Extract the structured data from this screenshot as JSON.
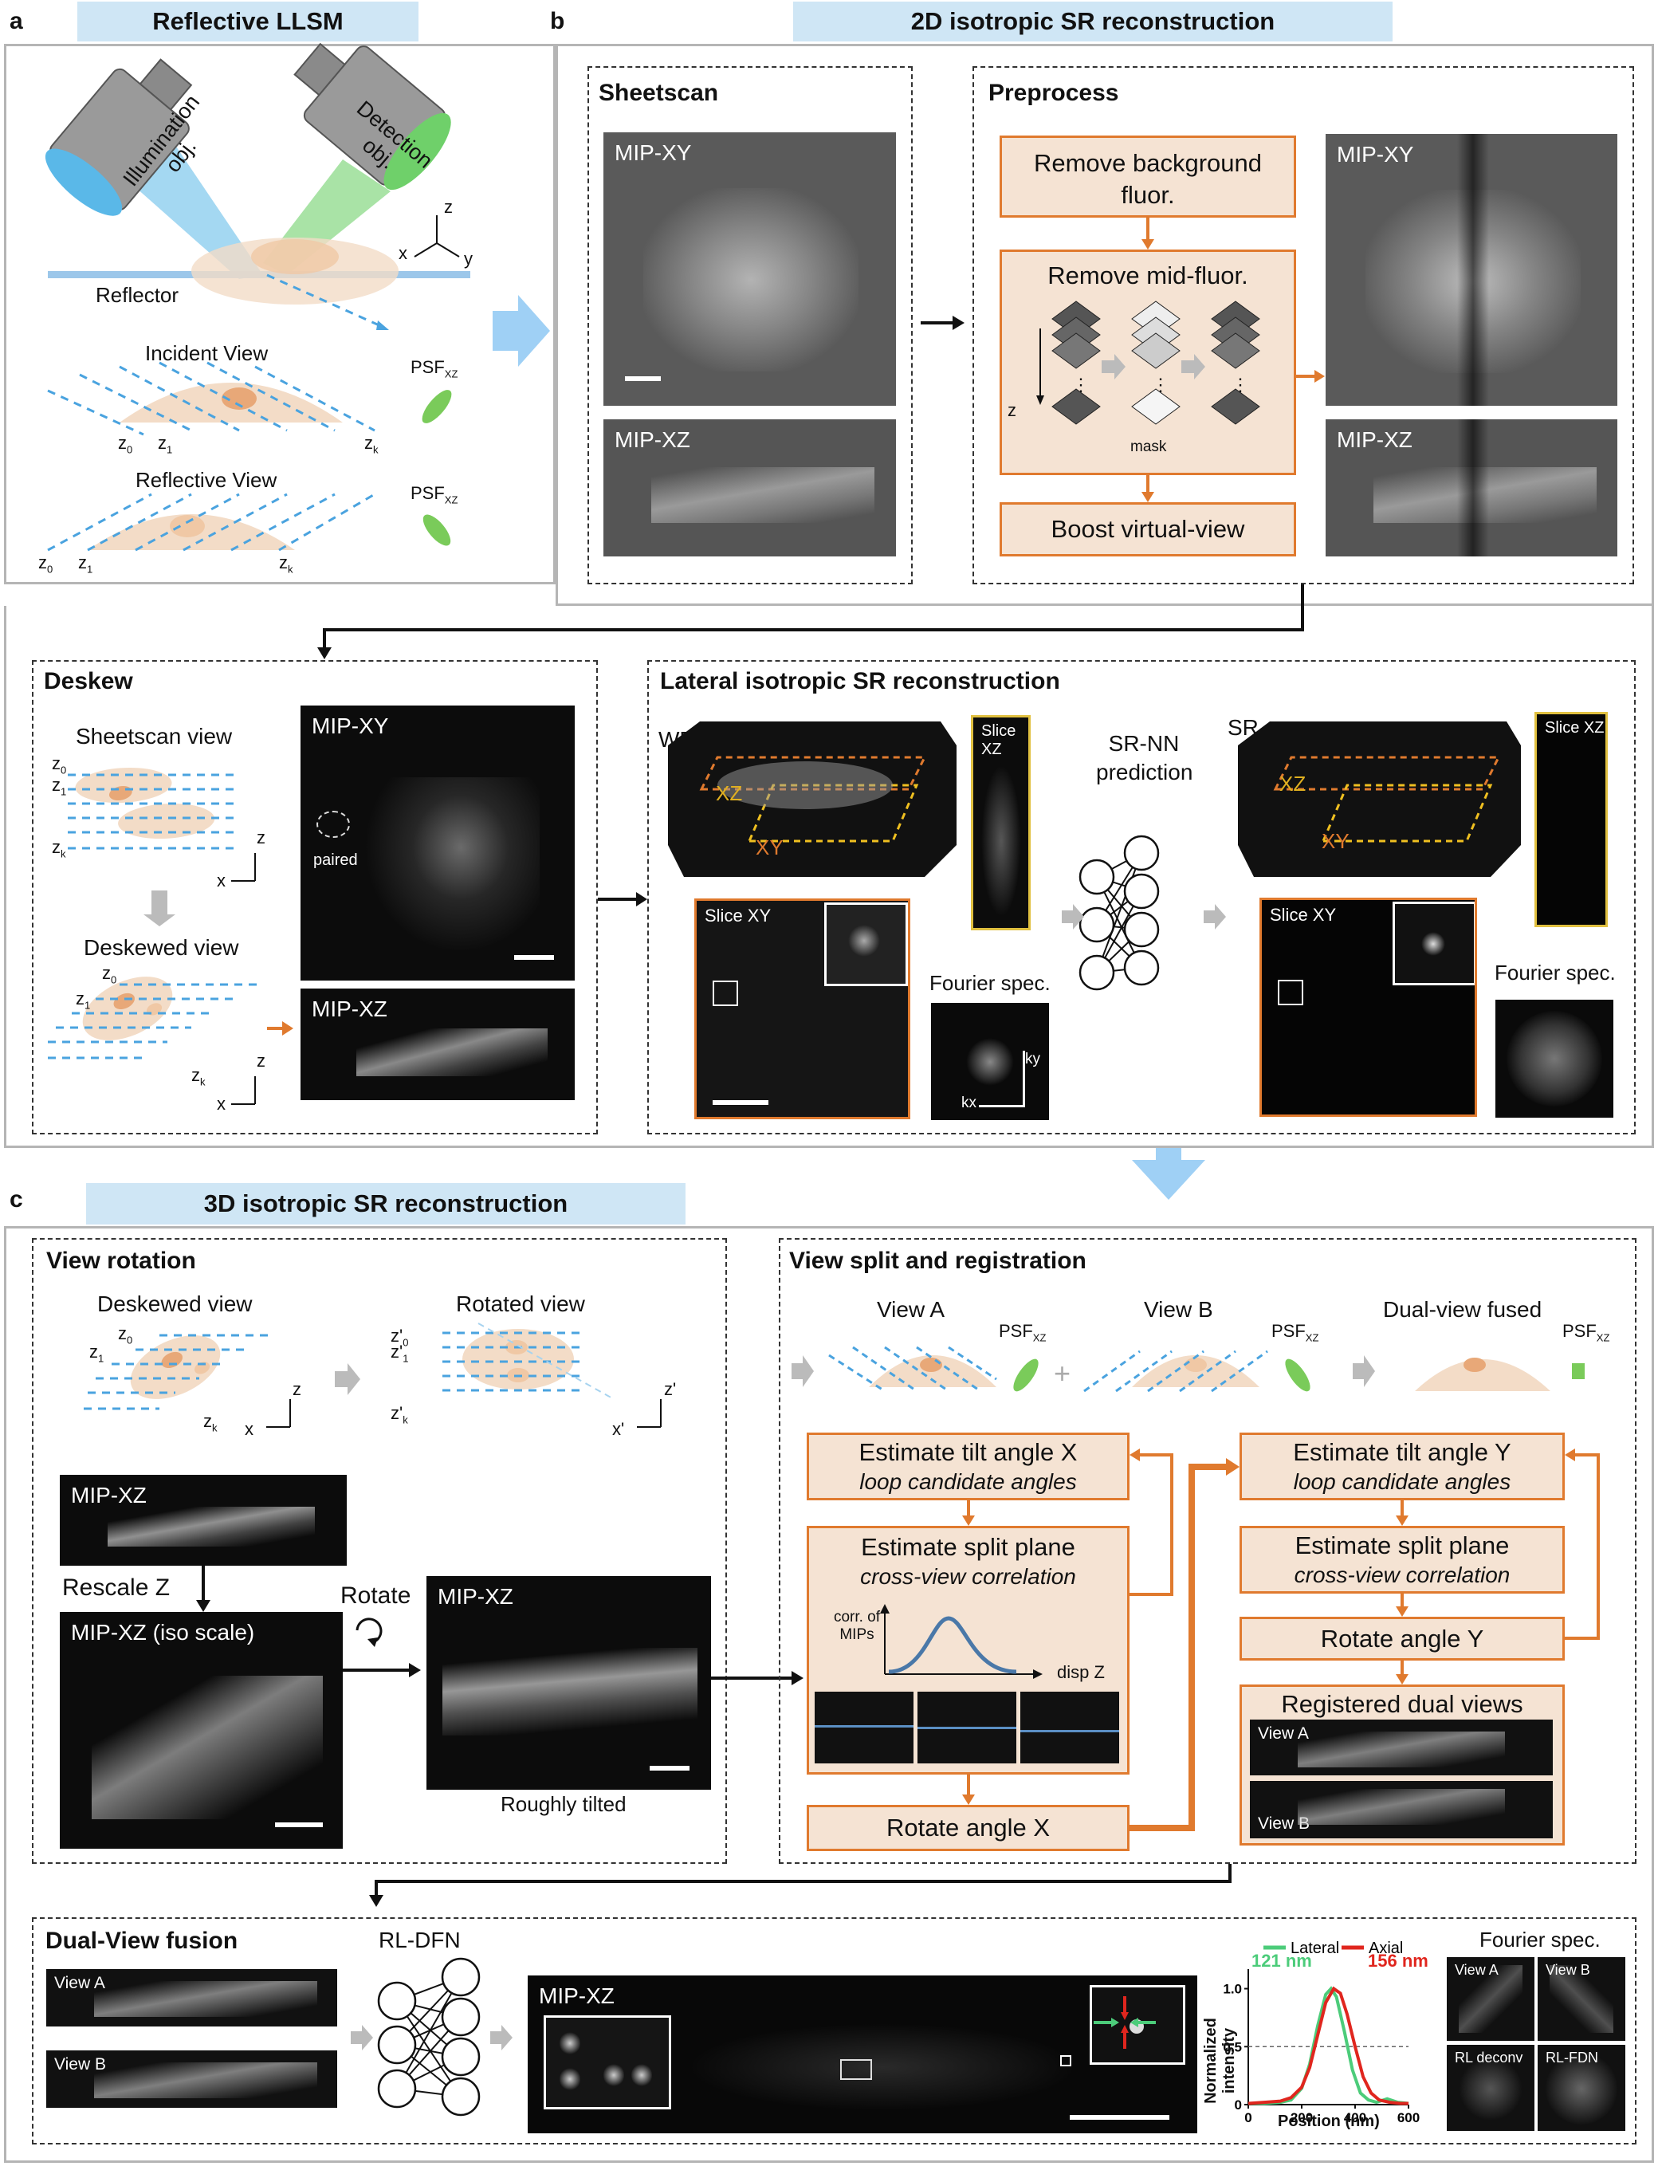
{
  "panel_a": {
    "letter": "a",
    "banner": "Reflective LLSM",
    "illumination_obj": "Illumination obj.",
    "detection_obj": "Detection obj.",
    "reflector": "Reflector",
    "axis_z": "z",
    "axis_x": "x",
    "axis_y": "y",
    "incident_view": "Incident View",
    "reflective_view": "Reflective View",
    "psf": "PSF",
    "psf_sub": "XZ",
    "z0": "z",
    "z0_sub": "0",
    "z1": "z",
    "z1_sub": "1",
    "zk": "z",
    "zk_sub": "k"
  },
  "panel_b": {
    "letter": "b",
    "banner": "2D isotropic SR reconstruction",
    "sheetscan": {
      "title": "Sheetscan",
      "mip_xy": "MIP-XY",
      "mip_xz": "MIP-XZ"
    },
    "preprocess": {
      "title": "Preprocess",
      "step1": "Remove background fluor.",
      "step2": "Remove mid-fluor.",
      "step3": "Boost virtual-view",
      "z_label": "z",
      "mask_label": "mask",
      "dots": "⋮",
      "mip_xy": "MIP-XY",
      "mip_xz": "MIP-XZ"
    },
    "deskew": {
      "title": "Deskew",
      "sheetscan_view": "Sheetscan view",
      "deskewed_view": "Deskewed view",
      "mip_xy": "MIP-XY",
      "mip_xz": "MIP-XZ",
      "paired": "paired",
      "z": "z",
      "x": "x"
    },
    "lateral": {
      "title": "Lateral isotropic SR reconstruction",
      "wf": "WF",
      "sr": "SR",
      "xz": "XZ",
      "xy": "XY",
      "slice_xz": "Slice XZ",
      "slice_xy": "Slice XY",
      "srnn": "SR-NN prediction",
      "fourier": "Fourier spec.",
      "ky": "ky",
      "kx": "kx"
    }
  },
  "panel_c": {
    "letter": "c",
    "banner": "3D isotropic SR reconstruction",
    "view_rotation": {
      "title": "View rotation",
      "deskewed_view": "Deskewed view",
      "rotated_view": "Rotated view",
      "mip_xz": "MIP-XZ",
      "rescale_z": "Rescale Z",
      "mip_xz_iso": "MIP-XZ (iso scale)",
      "rotate": "Rotate",
      "mip_xz_rot": "MIP-XZ",
      "roughly_tilted": "Roughly tilted",
      "z": "z",
      "x": "x",
      "zp": "z'",
      "xp": "x'"
    },
    "view_split": {
      "title": "View split and registration",
      "view_a": "View A",
      "view_b": "View B",
      "fused": "Dual-view fused",
      "psf": "PSF",
      "psf_sub": "XZ",
      "est_tilt_x": "Estimate tilt angle X",
      "est_tilt_y": "Estimate tilt angle Y",
      "loop": "loop candidate angles",
      "est_split": "Estimate split plane",
      "cross_view": "cross-view correlation",
      "corr_label": "corr. of MIPs",
      "disp_z": "disp Z",
      "rotate_x": "Rotate angle X",
      "rotate_y": "Rotate angle Y",
      "registered": "Registered dual views",
      "reg_view_a": "View A",
      "reg_view_b": "View B"
    },
    "fusion": {
      "title": "Dual-View fusion",
      "view_a": "View A",
      "view_b": "View B",
      "rldfn": "RL-DFN",
      "mip_xz": "MIP-XZ",
      "fourier": "Fourier spec.",
      "f_view_a": "View A",
      "f_view_b": "View B",
      "f_rl_deconv": "RL deconv",
      "f_rl_fdn": "RL-FDN",
      "annot_lateral": "121 nm",
      "annot_axial": "156 nm"
    }
  },
  "chart_data": {
    "type": "line",
    "title": "",
    "xlabel": "Position (nm)",
    "ylabel": "Normalized intensity",
    "xlim": [
      0,
      600
    ],
    "ylim": [
      0,
      1.1
    ],
    "xticks": [
      "0",
      "200",
      "400",
      "600"
    ],
    "yticks": [
      "0",
      "0.5",
      "1.0"
    ],
    "legend_position": "top",
    "reference_line_y": 0.5,
    "series": [
      {
        "name": "Lateral",
        "color": "#4ccc7a",
        "x": [
          0,
          60,
          120,
          160,
          200,
          230,
          260,
          290,
          310,
          330,
          360,
          390,
          420,
          450,
          480,
          520,
          560,
          600
        ],
        "y": [
          0.01,
          0.01,
          0.02,
          0.04,
          0.14,
          0.35,
          0.68,
          0.95,
          1.0,
          0.93,
          0.63,
          0.3,
          0.1,
          0.04,
          0.02,
          0.05,
          0.02,
          0.01
        ]
      },
      {
        "name": "Axial",
        "color": "#e0261e",
        "x": [
          0,
          60,
          120,
          160,
          200,
          230,
          260,
          290,
          320,
          345,
          370,
          400,
          430,
          460,
          490,
          530,
          570,
          600
        ],
        "y": [
          0.01,
          0.02,
          0.03,
          0.06,
          0.15,
          0.32,
          0.6,
          0.88,
          1.0,
          0.96,
          0.78,
          0.5,
          0.24,
          0.1,
          0.04,
          0.02,
          0.01,
          0.01
        ]
      }
    ]
  }
}
